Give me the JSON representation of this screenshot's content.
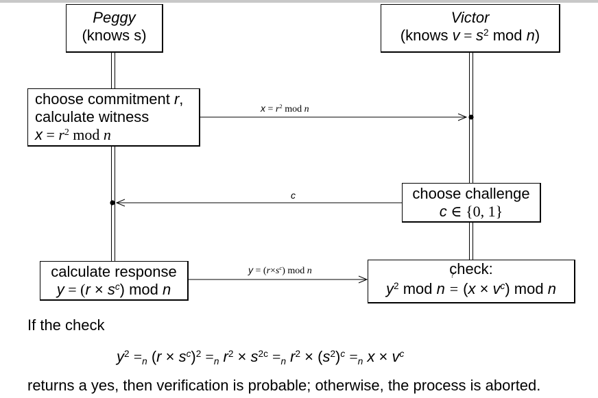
{
  "participants": {
    "prover": {
      "name": "Peggy",
      "knows": "(knows s)"
    },
    "verifier": {
      "name": "Victor",
      "knows_prefix": "(knows ",
      "v": "v",
      "eq": " = ",
      "s": "s",
      "exp2": "2",
      "mod": " mod ",
      "n": "n",
      "close": ")"
    }
  },
  "steps": {
    "commitment": {
      "line1": "choose commitment ",
      "r": "r",
      "comma": ",",
      "line2": "calculate witness",
      "x": "x",
      "eq": " = ",
      "r2": "r",
      "exp2": "2",
      "mod": " mod ",
      "n": "n"
    },
    "challenge": {
      "line1": "choose challenge",
      "c": "c",
      "in": " ∈ ",
      "set": "{0, 1}"
    },
    "response": {
      "line1": "calculate response",
      "y": "y",
      "eq": " = (",
      "r": "r",
      "times": " × ",
      "s": "s",
      "c": "c",
      "close": ") mod ",
      "n": "n"
    },
    "check": {
      "line1": "check:",
      "y": "y",
      "exp2": "2",
      "mod": " mod ",
      "n": "n",
      "q": "?",
      "eq": "=",
      "open": " (",
      "x": "x",
      "times": " × ",
      "v": "v",
      "c": "c",
      "close": ") mod ",
      "n2": "n"
    }
  },
  "messages": {
    "witness": {
      "x": "x",
      "eq": " = ",
      "r": "r",
      "exp2": "2",
      "mod": " mod ",
      "n": "n"
    },
    "challenge": {
      "c": "c"
    },
    "response": {
      "y": "y",
      "eq": " = (",
      "r": "r",
      "times": "×",
      "s": "s",
      "c": "c",
      "close": ") mod ",
      "n": "n"
    }
  },
  "explanation": {
    "intro": "If the check",
    "formula": {
      "y": "y",
      "exp2": "2",
      "eqn": "=",
      "n": "n",
      "p1": " (",
      "r": "r",
      "times": " × ",
      "s": "s",
      "c": "c",
      "p1c": ")",
      "exp2b": "2",
      "r2": "r",
      "exp2c": "2",
      "s2": "s",
      "exp2cval": "2c",
      "r3": "r",
      "exp2d": "2",
      "p2": " (",
      "s3": "s",
      "exp2e": "2",
      "p2c": ")",
      "c2": "c",
      "x": "x",
      "v": "v",
      "c3": "c"
    },
    "outro": "returns a yes, then verification is probable; otherwise, the process is aborted."
  },
  "colors": {
    "line": "#000000",
    "topbar": "#c8c8c8"
  }
}
